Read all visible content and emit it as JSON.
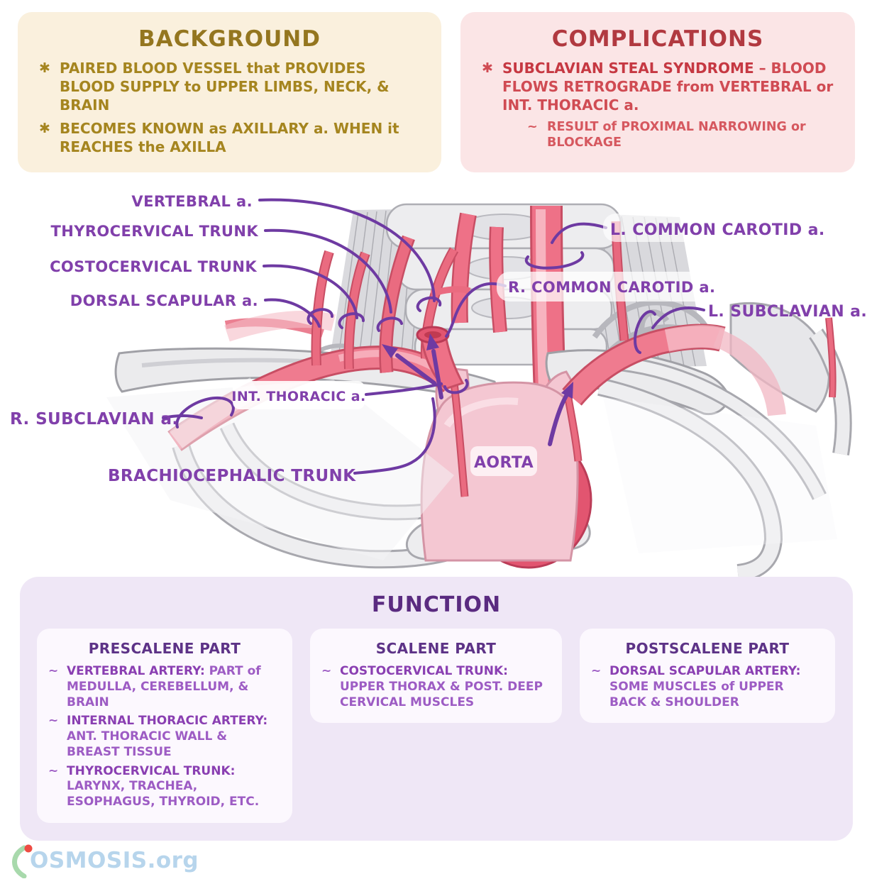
{
  "panels": {
    "background": {
      "title": "BACKGROUND",
      "marker": "✱",
      "bullets": [
        "PAIRED BLOOD VESSEL that PROVIDES BLOOD SUPPLY to UPPER LIMBS, NECK, & BRAIN",
        "BECOMES KNOWN as AXILLARY a. WHEN it REACHES the AXILLA"
      ]
    },
    "complications": {
      "title": "COMPLICATIONS",
      "marker": "✱",
      "bullet_bold": "SUBCLAVIAN STEAL SYNDROME",
      "bullet_rest": "– BLOOD FLOWS RETROGRADE from VERTEBRAL or INT. THORACIC a.",
      "sub_marker": "~",
      "sub_bullet": "RESULT of PROXIMAL NARROWING or BLOCKAGE"
    },
    "function": {
      "title": "FUNCTION",
      "item_marker": "~",
      "sections": [
        {
          "title": "PRESCALENE PART",
          "items": [
            {
              "name": "VERTEBRAL ARTERY:",
              "desc": "PART of MEDULLA, CEREBELLUM, & BRAIN"
            },
            {
              "name": "INTERNAL THORACIC ARTERY:",
              "desc": "ANT. THORACIC WALL & BREAST TISSUE"
            },
            {
              "name": "THYROCERVICAL TRUNK:",
              "desc": "LARYNX, TRACHEA, ESOPHAGUS, THYROID, ETC."
            }
          ]
        },
        {
          "title": "SCALENE PART",
          "items": [
            {
              "name": "COSTOCERVICAL TRUNK:",
              "desc": "UPPER THORAX & POST. DEEP CERVICAL MUSCLES"
            }
          ]
        },
        {
          "title": "POSTSCALENE PART",
          "items": [
            {
              "name": "DORSAL SCAPULAR ARTERY:",
              "desc": "SOME MUSCLES of UPPER BACK & SHOULDER"
            }
          ]
        }
      ]
    }
  },
  "diagram": {
    "labels": {
      "vertebral": "VERTEBRAL a.",
      "thyrocervical": "THYROCERVICAL TRUNK",
      "costocervical": "COSTOCERVICAL TRUNK",
      "dorsal_scapular": "DORSAL SCAPULAR a.",
      "l_common_carotid": "L. COMMON CAROTID a.",
      "r_common_carotid": "R. COMMON CAROTID a.",
      "l_subclavian": "L. SUBCLAVIAN a.",
      "r_subclavian": "R. SUBCLAVIAN a.",
      "int_thoracic": "INT. THORACIC a.",
      "brachiocephalic": "BRACHIOCEPHALIC TRUNK",
      "aorta": "AORTA"
    }
  },
  "logo": {
    "text": "OSMOSIS.org"
  },
  "colors": {
    "gold_text": "#a5851f",
    "red_text": "#d04b53",
    "label_purple": "#8140ab",
    "leader_purple": "#6e3aa2",
    "artery_red": "#ef7b8f",
    "aorta_pink": "#f4c7d2",
    "bone_grey": "#ebebed",
    "panel_cream": "#faf0dd",
    "panel_pink": "#fbe5e6",
    "panel_lavender": "#efe7f6"
  }
}
